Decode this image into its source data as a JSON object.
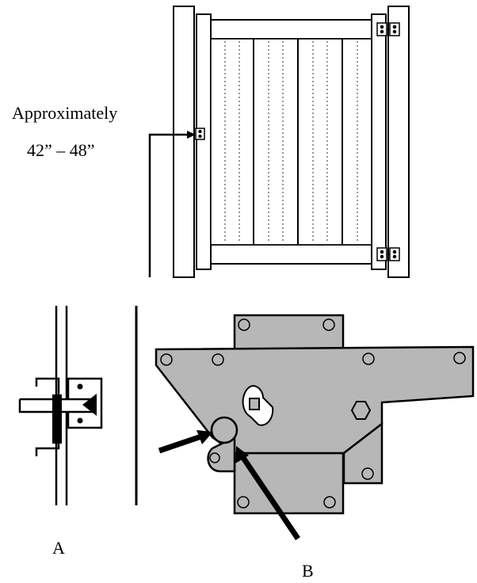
{
  "labels": {
    "approx": "Approximately",
    "range": "42” – 48”",
    "a": "A",
    "b": "B"
  },
  "colors": {
    "line": "#000000",
    "latch_fill": "#b7b7b7",
    "paper": "#ffffff"
  }
}
